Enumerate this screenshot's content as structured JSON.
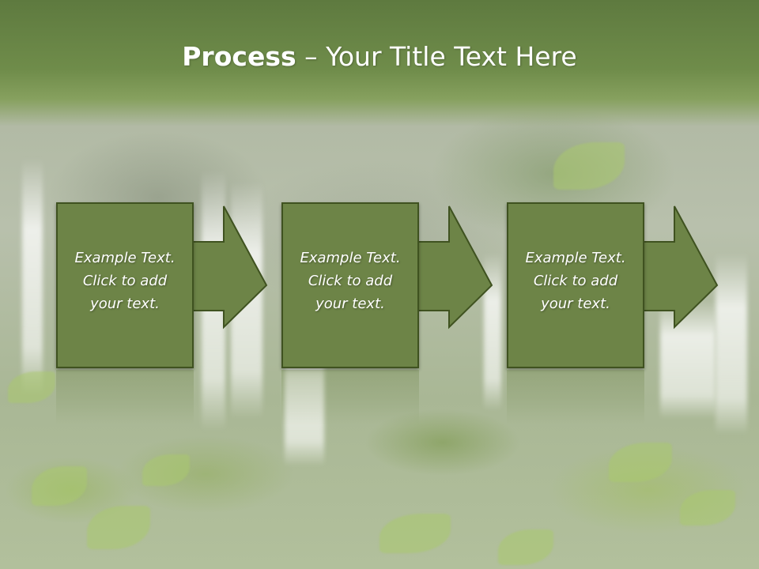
{
  "slide": {
    "title_bold": "Process",
    "title_rest": " – Your Title Text Here"
  },
  "steps": [
    {
      "line1": "Example Text.",
      "line2": "Click  to add",
      "line3": "your text."
    },
    {
      "line1": "Example Text.",
      "line2": "Click  to add",
      "line3": "your text."
    },
    {
      "line1": "Example Text.",
      "line2": "Click  to add",
      "line3": "your text."
    }
  ],
  "colors": {
    "header": "#6f8c4a",
    "box_fill": "#6d8447",
    "box_border": "#3f5220",
    "text": "#ffffff"
  },
  "icons": [
    "right-arrow-icon"
  ]
}
